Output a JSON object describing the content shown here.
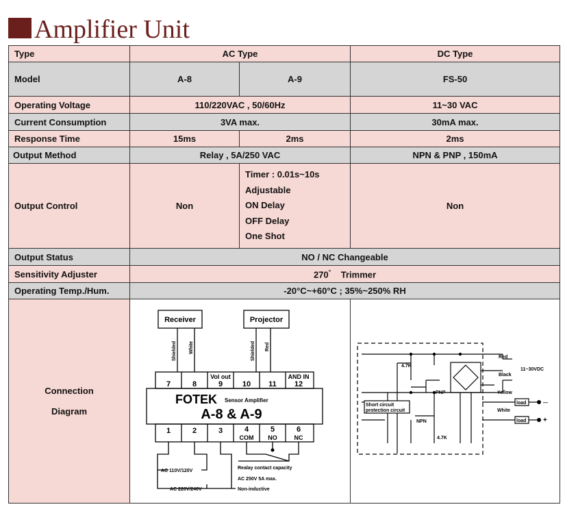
{
  "title": "Amplifier Unit",
  "header": {
    "type": "Type",
    "ac": "AC Type",
    "dc": "DC Type"
  },
  "model": {
    "label": "Model",
    "a8": "A-8",
    "a9": "A-9",
    "fs50": "FS-50"
  },
  "voltage": {
    "label": "Operating Voltage",
    "ac": "110/220VAC , 50/60Hz",
    "dc": "11~30 VAC"
  },
  "current": {
    "label": "Current Consumption",
    "ac": "3VA max.",
    "dc": "30mA max."
  },
  "response": {
    "label": "Response Time",
    "a8": "15ms",
    "a9": "2ms",
    "dc": "2ms"
  },
  "output_method": {
    "label": "Output Method",
    "ac": "Relay , 5A/250 VAC",
    "dc": "NPN & PNP , 150mA"
  },
  "output_control": {
    "label": "Output Control",
    "a8": "Non",
    "a9_lines": [
      "Timer : 0.01s~10s",
      "Adjustable",
      "ON Delay",
      "OFF Delay",
      "One Shot"
    ],
    "dc": "Non"
  },
  "output_status": {
    "label": "Output Status",
    "value": "NO / NC Changeable"
  },
  "sensitivity": {
    "label": "Sensitivity Adjuster",
    "deg": "270",
    "deg_sup": "°",
    "trimmer": "Trimmer"
  },
  "temp": {
    "label": "Operating Temp./Hum.",
    "value": "-20°C~+60°C ; 35%~250% RH"
  },
  "connection": {
    "label_line1": "Connection",
    "label_line2": "Diagram"
  },
  "ac_diagram": {
    "receiver": "Receiver",
    "projector": "Projector",
    "wires": [
      "Shielded",
      "White",
      "Shielded",
      "Red"
    ],
    "top_terminals": [
      "7",
      "8",
      "9",
      "10",
      "11",
      "12"
    ],
    "vol_out": "Vol out",
    "and_in": "AND IN",
    "brand": "FOTEK",
    "sensor_amp": "Sensor Amplifier",
    "model_text": "A-8 & A-9",
    "bottom_terminals": [
      "1",
      "2",
      "3",
      "4",
      "5",
      "6"
    ],
    "com": "COM",
    "no": "NO",
    "nc": "NC",
    "ac_low": "AC 110V/120V",
    "ac_high": "AC 220V/240V",
    "relay_1": "Realay contact capacity",
    "relay_2": "AC 250V 5A max.",
    "relay_3": "Non-inductive"
  },
  "dc_diagram": {
    "r1": "4.7K",
    "r2": "4.7K",
    "pnp": "PNP",
    "npn": "NPN",
    "short1": "Short circuit",
    "short2": "protection circuit",
    "red": "Red",
    "black": "Black",
    "supply": "11~30VDC",
    "yellow": "Yellow",
    "white": "White",
    "load": "load",
    "minus": "—",
    "plus": "+"
  }
}
